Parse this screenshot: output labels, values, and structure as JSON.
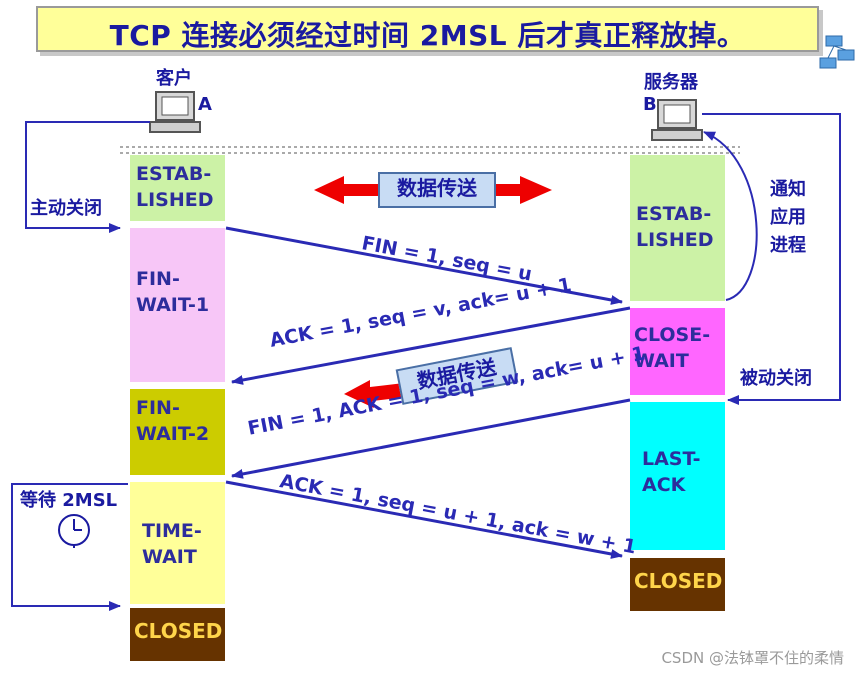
{
  "title": "TCP 连接必须经过时间 2MSL 后才真正释放掉。",
  "client": {
    "name": "客户",
    "id": "A"
  },
  "server": {
    "name": "服务器",
    "id": "B"
  },
  "client_states": [
    {
      "key": "established",
      "label": "ESTAB-\nLISHED",
      "color": "#ccf2a6"
    },
    {
      "key": "fin_wait_1",
      "label": "FIN-\nWAIT-1",
      "color": "#f7c6f7"
    },
    {
      "key": "fin_wait_2",
      "label": "FIN-\nWAIT-2",
      "color": "#cccc00"
    },
    {
      "key": "time_wait",
      "label": "TIME-\nWAIT",
      "color": "#ffff99"
    },
    {
      "key": "closed",
      "label": "CLOSED",
      "color": "#663300"
    }
  ],
  "server_states": [
    {
      "key": "established",
      "label": "ESTAB-\nLISHED",
      "color": "#ccf2a6"
    },
    {
      "key": "close_wait",
      "label": "CLOSE-\nWAIT",
      "color": "#ff66ff"
    },
    {
      "key": "last_ack",
      "label": "LAST-\nACK",
      "color": "#00ffff"
    },
    {
      "key": "closed",
      "label": "CLOSED",
      "color": "#663300"
    }
  ],
  "labels": {
    "active_close": "主动关闭",
    "passive_close": "被动关闭",
    "notify_app": "通知\n应用\n进程",
    "wait_2msl": "等待 2MSL",
    "data_transfer_1": "数据传送",
    "data_transfer_2": "数据传送"
  },
  "messages": [
    {
      "key": "fin1",
      "text": "FIN = 1, seq = u"
    },
    {
      "key": "ack1",
      "text": "ACK = 1, seq = v, ack= u + 1"
    },
    {
      "key": "fin2",
      "text": "FIN = 1, ACK = 1, seq = w, ack= u + 1"
    },
    {
      "key": "ack2",
      "text": "ACK = 1, seq = u + 1, ack = w + 1"
    }
  ],
  "watermark": "CSDN @法钵罩不住的柔情",
  "colors": {
    "arrow": "#2a2ab4",
    "accent_red": "#ee0000",
    "text": "#1a1aa0"
  }
}
